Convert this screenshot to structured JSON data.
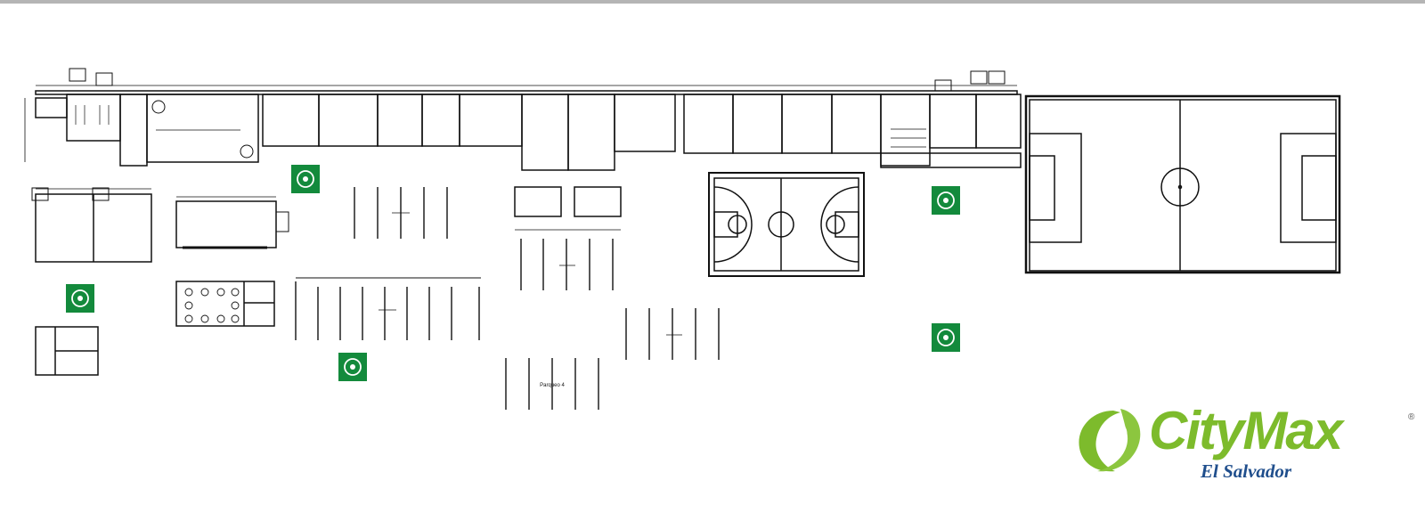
{
  "brand": {
    "name": "CityMax",
    "subtitle": "El Salvador",
    "registered_mark": "®",
    "color_green": "#7dbb2c",
    "color_blue": "#1f4e8c"
  },
  "plan": {
    "line_color": "#111111",
    "tree_marker_color": "#138a3c",
    "tree_marker_icon": "tree-top-view-icon",
    "parking_label": "Parqueo 4",
    "features": [
      "building-block",
      "classroom",
      "basketball-court",
      "soccer-field",
      "parking-area",
      "tree-marker",
      "workshop",
      "restroom"
    ]
  }
}
